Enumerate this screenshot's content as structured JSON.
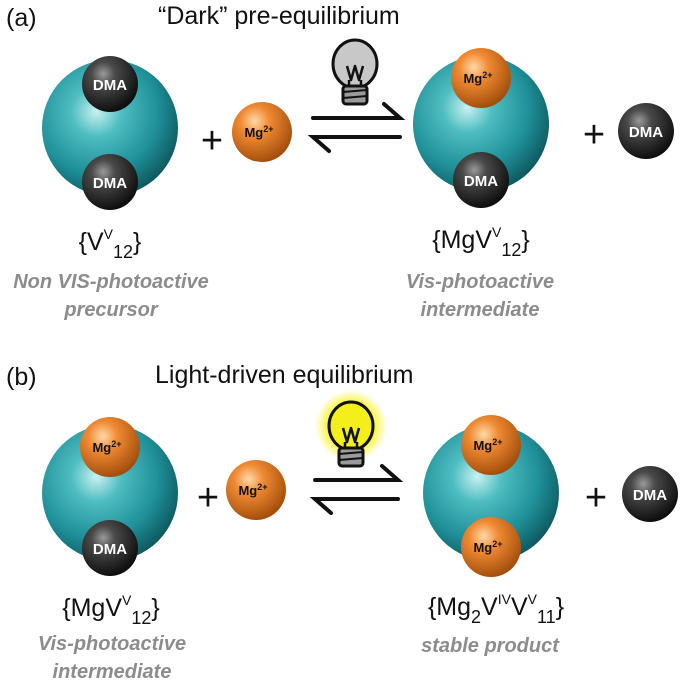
{
  "panel_a": {
    "label": "(a)",
    "title": "“Dark” pre-equilibrium",
    "left_formula": {
      "open": "{V",
      "sup": "V",
      "sub": "12",
      "close": "}"
    },
    "left_desc_line1": "Non VIS-photoactive",
    "left_desc_line2": "precursor",
    "right_formula": {
      "open": "{MgV",
      "sup": "V",
      "sub": "12",
      "close": "}"
    },
    "right_desc_line1": "Vis-photoactive",
    "right_desc_line2": "intermediate",
    "bulb_state": "off"
  },
  "panel_b": {
    "label": "(b)",
    "title": "Light-driven equilibrium",
    "left_formula": {
      "open": "{MgV",
      "sup": "V",
      "sub": "12",
      "close": "}"
    },
    "left_desc_line1": "Vis-photoactive",
    "left_desc_line2": "intermediate",
    "right_formula": {
      "pre": "{Mg",
      "sub1": "2",
      "mid1": "V",
      "sup1": "IV",
      "mid2": "V",
      "sup2": "V",
      "sub2": "11",
      "close": "}"
    },
    "right_desc_line1": "stable product",
    "bulb_state": "on"
  },
  "ball_labels": {
    "dma": "DMA",
    "mg": "Mg",
    "mg_charge": "2+"
  },
  "plus_sign": "+",
  "icons": [
    "lightbulb-off-icon",
    "lightbulb-on-icon",
    "equilibrium-arrows-icon"
  ],
  "colors": {
    "cluster": "#2a9aa3",
    "dma_ball": "#2a2a2a",
    "mg_ball": "#e07a26",
    "bulb_off": "#c8c8c8",
    "bulb_on": "#f4ef1a",
    "bulb_glow": "#f8f20a",
    "caption_gray": "#8c8c8c"
  }
}
